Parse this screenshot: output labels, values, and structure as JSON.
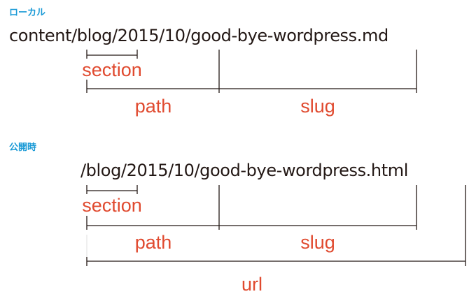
{
  "colors": {
    "heading": "#1a9ad6",
    "path_text": "#231815",
    "label": "#e04a2f",
    "lines": "#231815"
  },
  "local": {
    "heading": "ローカル",
    "path": "content/blog/2015/10/good-bye-wordpress.md",
    "labels": {
      "section": "section",
      "path": "path",
      "slug": "slug"
    }
  },
  "public": {
    "heading": "公開時",
    "path": "/blog/2015/10/good-bye-wordpress.html",
    "labels": {
      "section": "section",
      "path": "path",
      "slug": "slug",
      "url": "url"
    }
  }
}
